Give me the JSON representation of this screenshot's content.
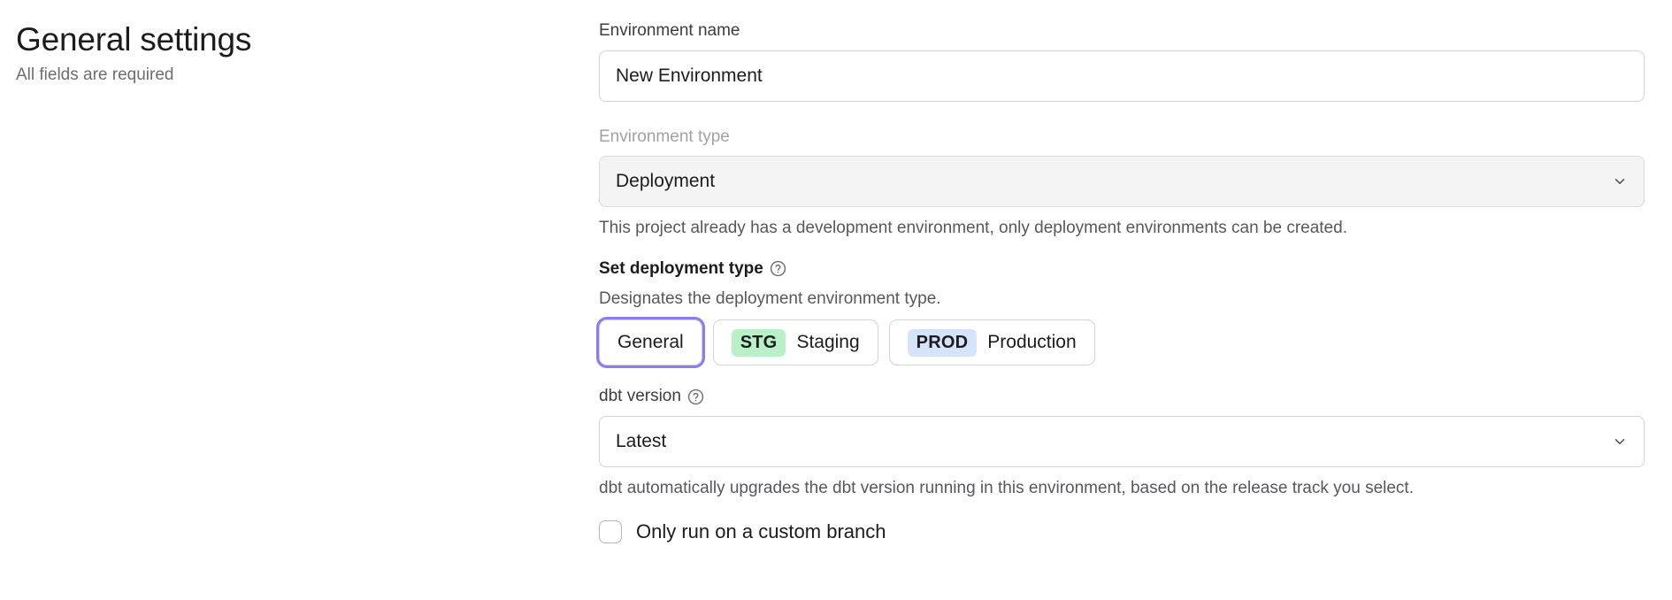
{
  "header": {
    "title": "General settings",
    "subtitle": "All fields are required"
  },
  "form": {
    "environment_name": {
      "label": "Environment name",
      "value": "New Environment",
      "placeholder": "Environment name"
    },
    "environment_type": {
      "label": "Environment type",
      "value": "Deployment",
      "disabled": true,
      "chevron_icon": "chevron-down-icon",
      "helper_text": "This project already has a development environment, only deployment environments can be created."
    },
    "deployment_type": {
      "label": "Set deployment type",
      "help_icon": "help-circle-icon",
      "description": "Designates the deployment environment type.",
      "options": [
        {
          "label": "General",
          "badge": null,
          "badge_color": null,
          "selected": true
        },
        {
          "label": "Staging",
          "badge": "STG",
          "badge_color": "#b9f0c8",
          "selected": false
        },
        {
          "label": "Production",
          "badge": "PROD",
          "badge_color": "#d6e4fb",
          "selected": false
        }
      ]
    },
    "dbt_version": {
      "label": "dbt version",
      "help_icon": "help-circle-icon",
      "value": "Latest",
      "chevron_icon": "chevron-down-icon",
      "helper_text": "dbt automatically upgrades the dbt version running in this environment, based on the release track you select."
    },
    "custom_branch": {
      "label": "Only run on a custom branch",
      "checked": false
    }
  },
  "colors": {
    "focus_ring": "#8b7cf0",
    "badge_staging": "#b9f0c8",
    "badge_production": "#d6e4fb",
    "text_primary": "#1c1c1e",
    "text_muted": "#6c6c72",
    "border": "#d3d3d8"
  }
}
